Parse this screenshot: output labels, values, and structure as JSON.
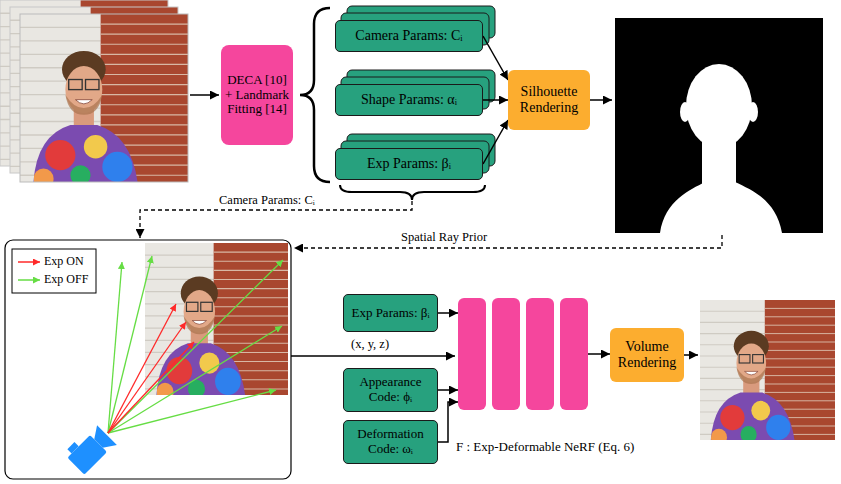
{
  "diagram": {
    "nodes": [
      {
        "text": [
          "DECA [10] + Landmark Fitting [14]"
        ]
      },
      {
        "text": [
          "Camera Params: Cᵢ"
        ]
      },
      {
        "text": [
          "Shape Params: αᵢ"
        ]
      },
      {
        "text": [
          "Exp Params: βᵢ"
        ]
      },
      {
        "text": [
          "Silhouette Rendering"
        ]
      },
      {
        "text": [
          "Exp Params: βᵢ"
        ]
      },
      {
        "text": [
          "Appearance Code: ϕᵢ"
        ]
      },
      {
        "text": [
          "Deformation Code: ωᵢ"
        ]
      },
      {
        "text": [
          "F : Exp-Deformable NeRF (Eq. 6)"
        ]
      },
      {
        "text": [
          "Volume Rendering"
        ]
      }
    ],
    "edges": [
      {
        "from": 1,
        "to": 4,
        "arrow": "to"
      },
      {
        "from": 2,
        "to": 4,
        "arrow": "to"
      },
      {
        "from": 3,
        "to": 4,
        "arrow": "to"
      },
      {
        "from": 5,
        "to": 8,
        "arrow": "to"
      },
      {
        "from": 6,
        "to": 8,
        "arrow": "to"
      },
      {
        "from": 7,
        "to": 8,
        "arrow": "to"
      },
      {
        "from": 8,
        "to": 9,
        "arrow": "to"
      }
    ],
    "labels": [
      "Camera Params: Cᵢ",
      "Spatial Ray Prior",
      "(x, y, z)"
    ],
    "legend": [
      {
        "text": "Exp ON"
      },
      {
        "text": "Exp OFF"
      }
    ]
  }
}
